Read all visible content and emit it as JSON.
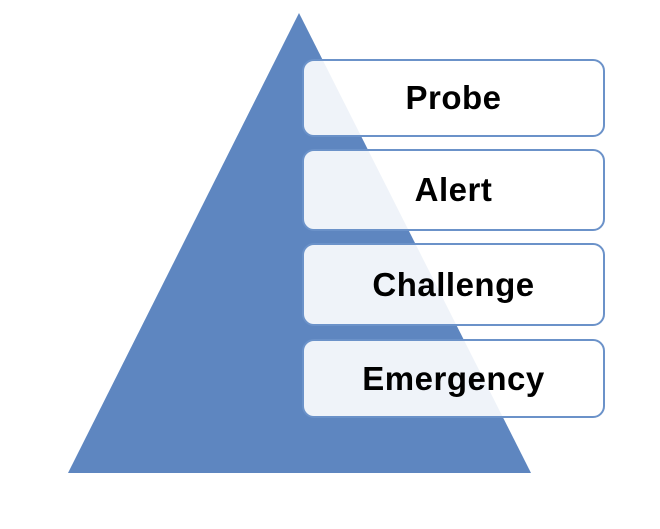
{
  "diagram": {
    "type": "pyramid-list",
    "levels": [
      {
        "label": "Probe"
      },
      {
        "label": "Alert"
      },
      {
        "label": "Challenge"
      },
      {
        "label": "Emergency"
      }
    ]
  },
  "colors": {
    "triangle_fill": "#5e86c0",
    "box_border": "#6b92c9",
    "box_fill": "#ffffff",
    "text": "#000000",
    "background": "#ffffff"
  }
}
